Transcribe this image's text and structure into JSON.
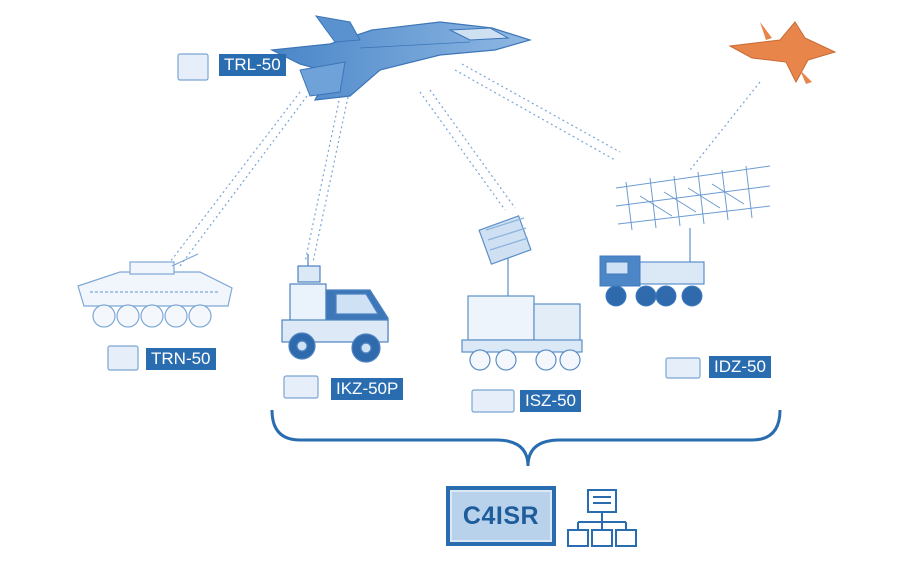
{
  "labels": {
    "trl": "TRL-50",
    "trn": "TRN-50",
    "ikz": "IKZ-50P",
    "isz": "ISZ-50",
    "idz": "IDZ-50",
    "c4isr": "C4ISR"
  },
  "icons": {
    "fighter_jet": "fighter-jet-icon",
    "enemy_jet": "enemy-jet-icon",
    "apc": "armored-vehicle-icon",
    "mrap": "mrap-vehicle-icon",
    "radar_truck": "radar-truck-icon",
    "array_radar": "array-radar-truck-icon",
    "device": "device-unit-icon",
    "network": "network-hierarchy-icon"
  },
  "colors": {
    "label_bg": "#2a6cb0",
    "line_art": "#6a9ad0",
    "enemy": "#e8854a",
    "bracket": "#2a6cb0"
  }
}
